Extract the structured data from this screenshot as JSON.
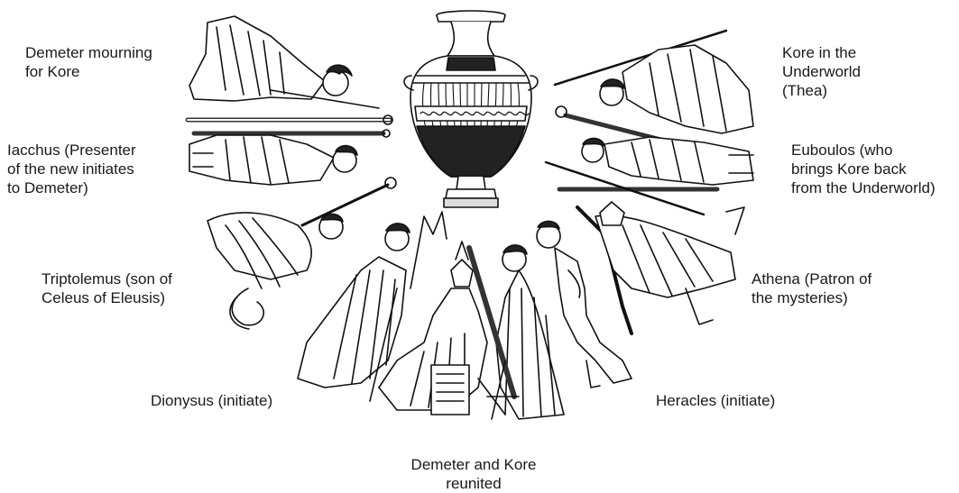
{
  "labels": {
    "demeter_mourning": "Demeter mourning\nfor Kore",
    "iacchus": "Iacchus (Presenter\nof the new initiates\nto Demeter)",
    "triptolemus": "Triptolemus (son of\nCeleus of Eleusis)",
    "dionysus": "Dionysus (initiate)",
    "demeter_kore": "Demeter and Kore\nreunited",
    "heracles": "Heracles (initiate)",
    "athena": "Athena (Patron of\nthe mysteries)",
    "euboulos": "Euboulos (who\nbrings Kore back\nfrom the Underworld)",
    "kore_underworld": "Kore in the\nUnderworld\n(Thea)"
  }
}
